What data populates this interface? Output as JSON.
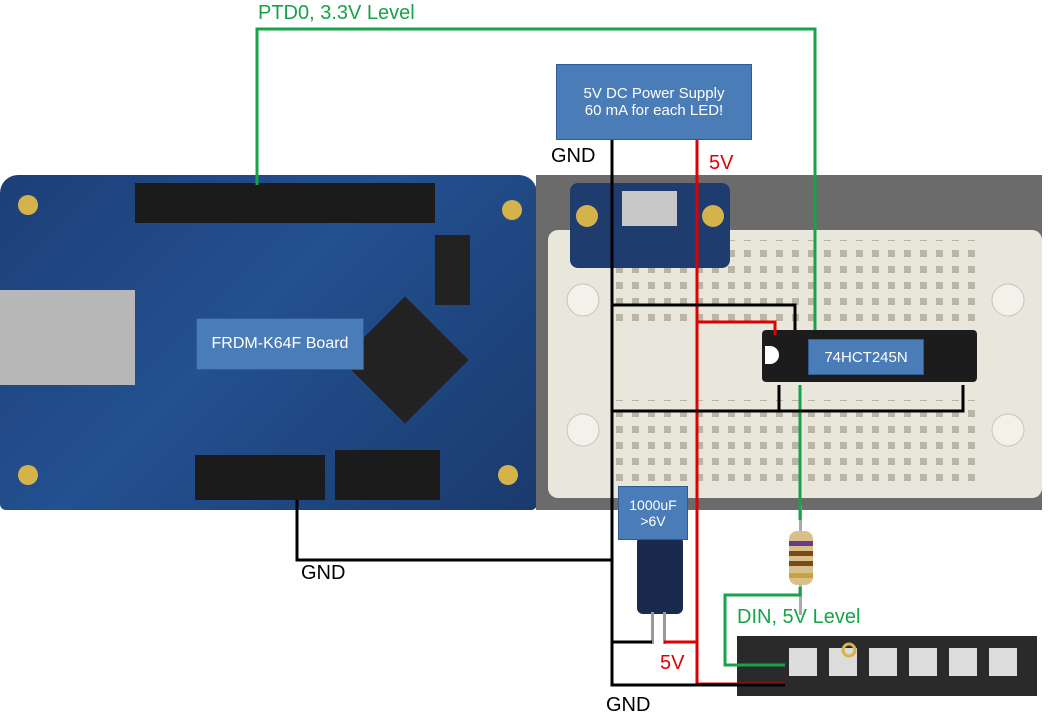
{
  "labels": {
    "ptd0": "PTD0, 3.3V Level",
    "gnd_top": "GND",
    "v5_top": "5V",
    "gnd_left": "GND",
    "din": "DIN, 5V Level",
    "v5_bottom": "5V",
    "gnd_bottom": "GND"
  },
  "boxes": {
    "power_line1": "5V DC Power Supply",
    "power_line2": "60 mA  for each LED!",
    "frdm": "FRDM-K64F Board",
    "chip": "74HCT245N",
    "cap_line1": "1000uF",
    "cap_line2": ">6V"
  },
  "colors": {
    "signal_3v3": "#17a34a",
    "power_5v": "#e00000",
    "ground": "#000000",
    "callout_fill": "#4a7cb8"
  }
}
